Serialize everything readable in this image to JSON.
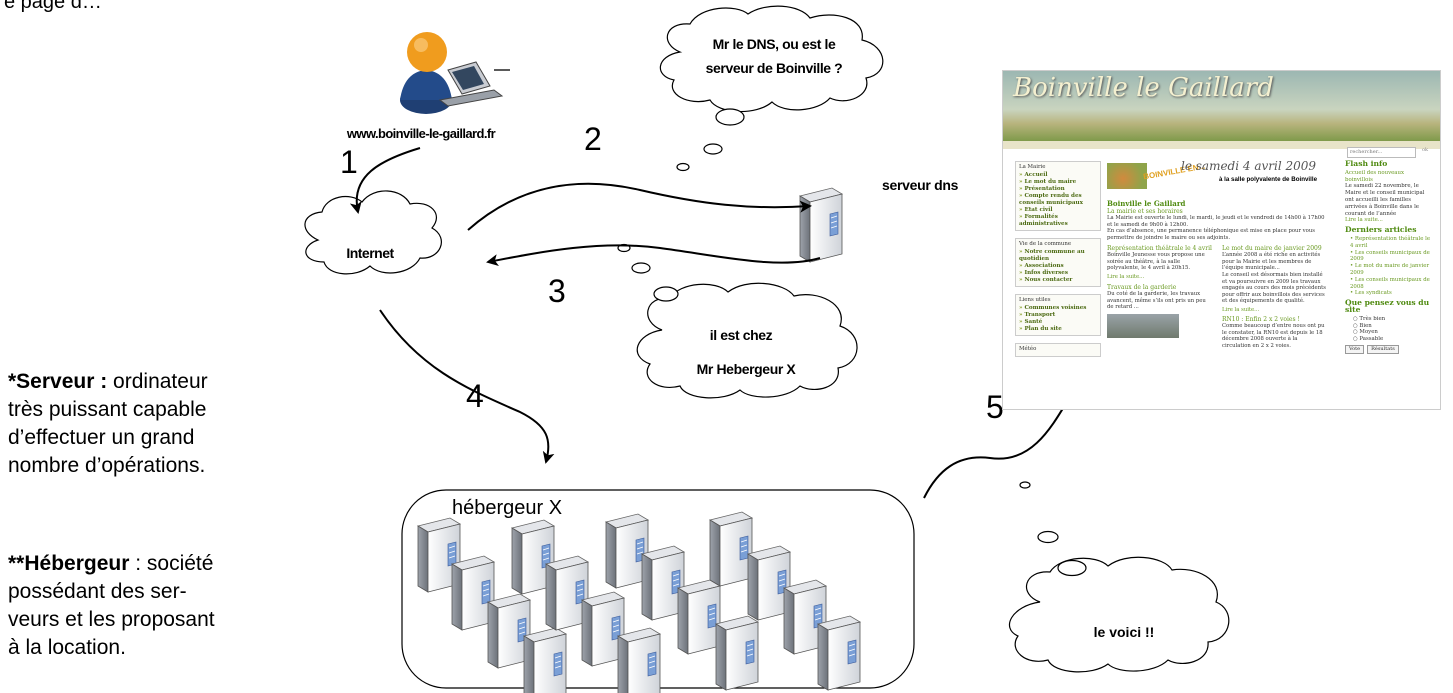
{
  "heading_partial": "e page d…",
  "site_url": "www.boinville-le-gaillard.fr",
  "steps": [
    "1",
    "2",
    "3",
    "4",
    "5"
  ],
  "internet_label": "Internet",
  "dns_server_label": "serveur dns",
  "bubble_question": [
    "Mr le DNS, ou est le",
    "serveur de Boinville ?"
  ],
  "bubble_answer": [
    "il est chez",
    "Mr Hebergeur X"
  ],
  "bubble_reply": "le voici !!",
  "host_label": "hébergeur X",
  "definitions": {
    "serveur": {
      "term": "*Serveur :",
      "lines": [
        " ordinateur",
        "très puissant capable",
        "d’effectuer un grand",
        "nombre d’opérations."
      ]
    },
    "hebergeur": {
      "term": "**Hébergeur",
      "lines": [
        " : société",
        "possédant des ser-",
        "veurs et les proposant",
        "à la location."
      ]
    }
  },
  "website": {
    "banner_title": "Boinville le Gaillard",
    "search_placeholder": "rechercher...",
    "search_go": "ok",
    "left_boxes": [
      {
        "title": "La Mairie",
        "items": [
          "Accueil",
          "Le mot du maire",
          "Présentation",
          "Compte rendu des conseils municipaux",
          "Etat civil",
          "Formalités administratives"
        ]
      },
      {
        "title": "Vie de la commune",
        "items": [
          "Notre commune au quotidien",
          "Associations",
          "Infos diverses",
          "Nous contacter"
        ]
      },
      {
        "title": "Liens utiles",
        "items": [
          "Communes voisines",
          "Transport",
          "Santé",
          "Plan du site"
        ]
      },
      {
        "title": "Météo",
        "items": []
      }
    ],
    "ad_burst": "BOINVILLE EN...",
    "ad_date": "le samedi 4 avril 2009",
    "ad_sub": "à la salle polyvalente de Boinville",
    "center_title": "Boinville le Gaillard",
    "center_sub": "La mairie et ses horaires",
    "center_text": "La Mairie est ouverte le lundi, le mardi, le jeudi et le vendredi de 14h00 à 17h00 et le samedi de 9h00 à 12h00.",
    "center_text2": "En cas d’absence, une permanence téléphonique est mise en place pour vous permettre de joindre le maire ou ses adjoints.",
    "col1_title": "Représentation théâtrale le 4 avril",
    "col1_text": "Boinville Jeunesse vous propose une soirée au théâtre, à la salle polyvalente, le 4 avril à 20h15.",
    "col1_more": "Lire la suite...",
    "col1_title2": "Travaux de la garderie",
    "col1_text2": "Du coté de la garderie, les travaux avancent, même s’ils ont pris un peu de retard ...",
    "col2_title": "Le mot du maire de janvier 2009",
    "col2_text": "L’année 2008 a été riche en activités pour la Mairie et les membres de l’équipe municipale...",
    "col2_text2": "Le conseil est désormais bien installé et va poursuivre en 2009 les travaux engagés au cours des mois précédents pour offrir aux boinvillois des services et des équipements de qualité.",
    "col2_more": "Lire la suite...",
    "col2_title2": "RN10 : Enfin 2 x 2 voies !",
    "col2_text3": "Comme beaucoup d’entre nous ont pu le constater, la RN10 est depuis le 18 décembre 2008 ouverte à la circulation en 2 x 2 voies.",
    "flash_title": "Flash info",
    "flash_sub": "Accueil des nouveaux boinvillois",
    "flash_text": "Le samedi 22 novembre, le Maire et le conseil municipal ont accueilli les familles arrivées à Boinville dans le courant de l’année",
    "flash_more": "Lire la suite...",
    "articles_title": "Derniers articles",
    "articles": [
      "Représentation théâtrale le 4 avril",
      "Les conseils municipaux de 2009",
      "Le mot du maire de janvier 2009",
      "Les conseils municipaux de 2008",
      "Les syndicats"
    ],
    "poll_title": "Que pensez vous du site",
    "poll_options": [
      "Très bien",
      "Bien",
      "Moyen",
      "Passable"
    ],
    "vote_label": "Vote",
    "results_label": "Résultats"
  }
}
